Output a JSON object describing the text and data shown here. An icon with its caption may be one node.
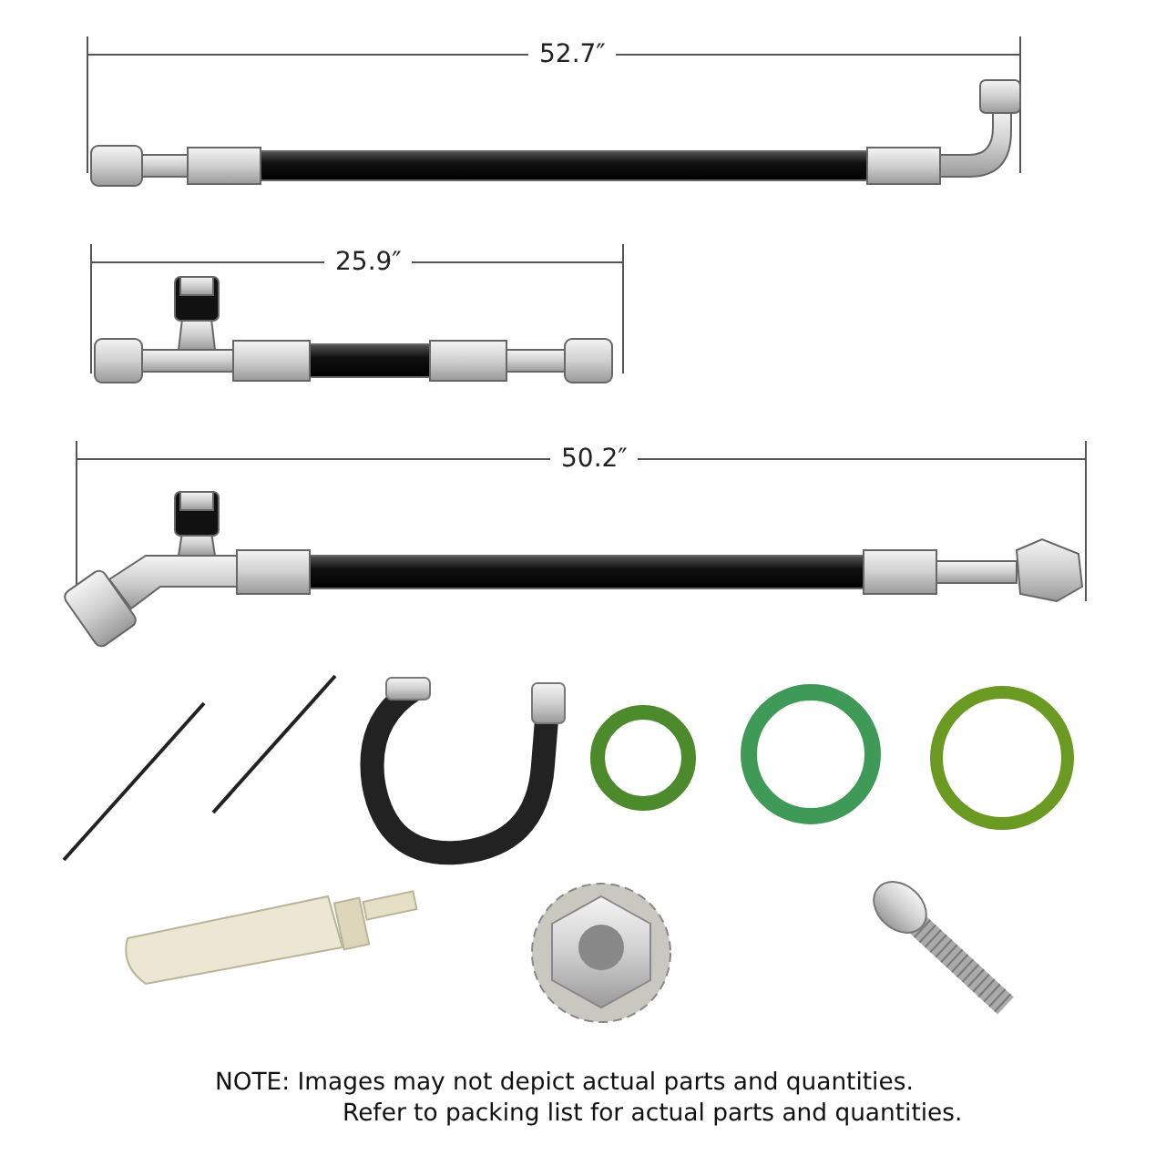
{
  "diagram": {
    "labels": [
      "52.7″",
      "25.9″",
      "50.2″",
      "NOTE: Images may not depict actual parts and quantities. Refer to packing list for actual parts and quantities."
    ]
  }
}
